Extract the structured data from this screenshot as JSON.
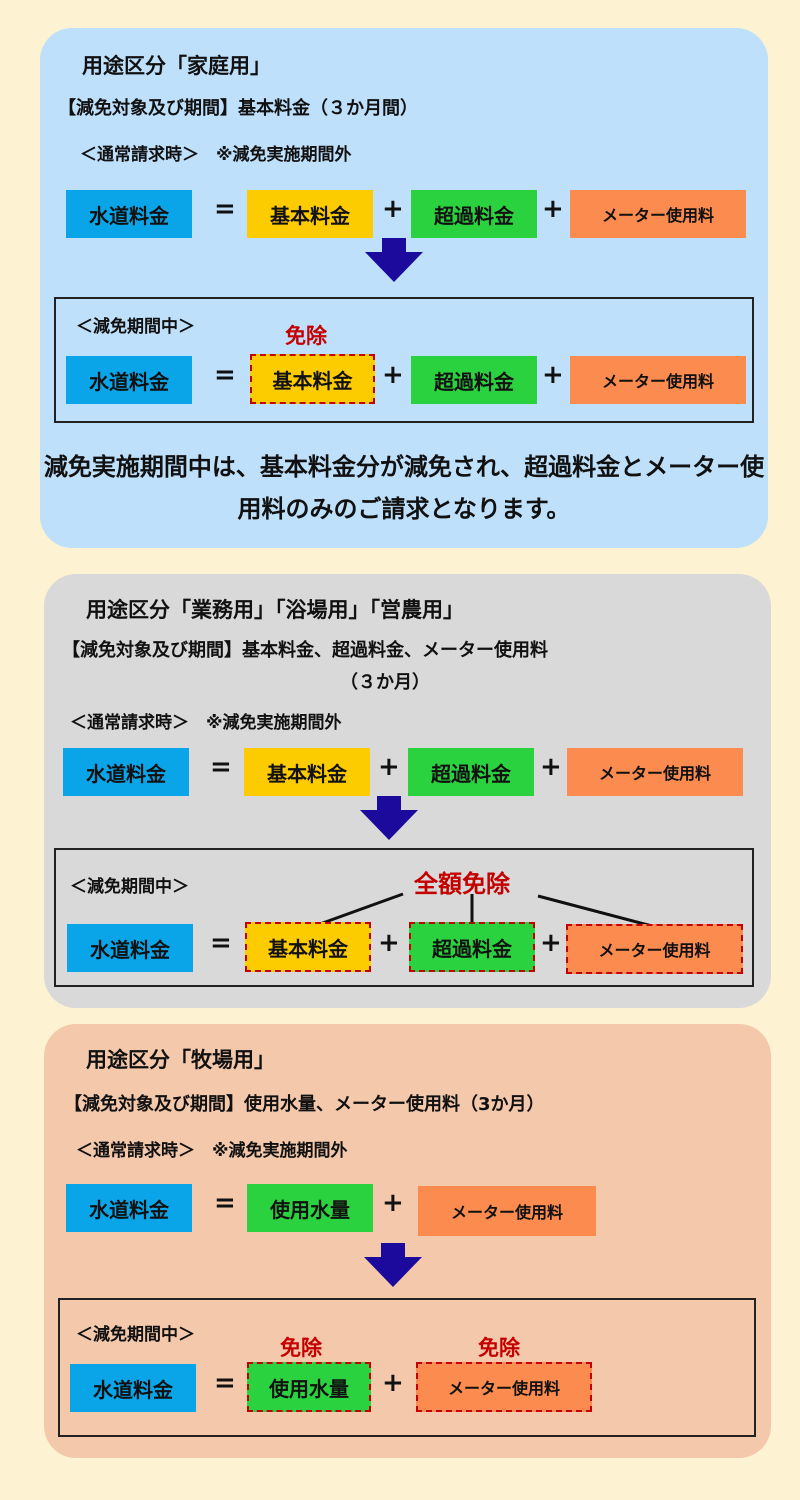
{
  "labels": {
    "water_fee": "水道料金",
    "basic_fee": "基本料金",
    "excess_fee": "超過料金",
    "meter_fee": "メーター使用料",
    "usage_volume": "使用水量",
    "equals": "=",
    "plus": "+",
    "exempt": "免除",
    "full_exempt": "全額免除"
  },
  "sections": [
    {
      "title": "用途区分「家庭用」",
      "scope": "【減免対象及び期間】基本料金（３か月間）",
      "normal_label": "＜通常請求時＞　※減免実施期間外",
      "period_label": "＜減免期間中＞",
      "summary": "減免実施期間中は、基本料金分が減免され、超過料金とメーター使用料のみのご請求となります。"
    },
    {
      "title": "用途区分「業務用」「浴場用」「営農用」",
      "scope_line1": "【減免対象及び期間】基本料金、超過料金、メーター使用料",
      "scope_line2": "（３か月）",
      "normal_label": "＜通常請求時＞　※減免実施期間外",
      "period_label": "＜減免期間中＞"
    },
    {
      "title": "用途区分「牧場用」",
      "scope": "【減免対象及び期間】使用水量、メーター使用料（3か月）",
      "normal_label": "＜通常請求時＞　※減免実施期間外",
      "period_label": "＜減免期間中＞"
    }
  ],
  "colors": {
    "page_bg": "#fdf3d3",
    "panel_blue": "#bfe0fb",
    "panel_gray": "#d9d9d9",
    "panel_peach": "#f4c8ab",
    "water_fee_box": "#0aa5e8",
    "basic_fee_box": "#fccb00",
    "excess_fee_box": "#2bd23f",
    "meter_fee_box": "#fb8b4e",
    "arrow": "#1c0a9c",
    "exempt_red": "#c40000"
  }
}
